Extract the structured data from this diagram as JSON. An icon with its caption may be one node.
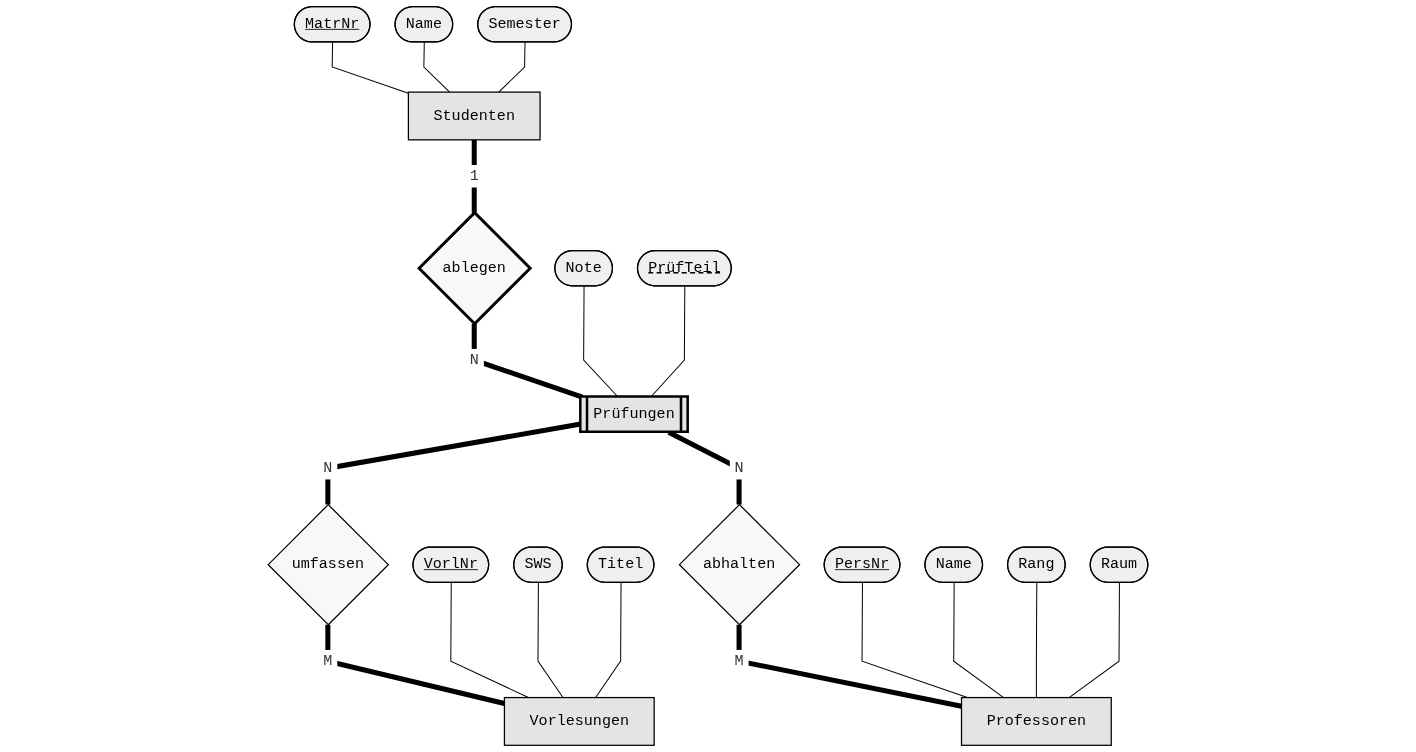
{
  "diagram": {
    "nodes": [
      {
        "text": [
          "MatrNr"
        ]
      },
      {
        "text": [
          "Name"
        ]
      },
      {
        "text": [
          "Semester"
        ]
      },
      {
        "text": [
          "Studenten"
        ]
      },
      {
        "text": [
          "ablegen"
        ]
      },
      {
        "text": [
          "Prüfungen"
        ]
      },
      {
        "text": [
          "Note"
        ]
      },
      {
        "text": [
          "PrüfTeil"
        ]
      },
      {
        "text": [
          "umfassen"
        ]
      },
      {
        "text": [
          "abhalten"
        ]
      },
      {
        "text": [
          "PersNr"
        ]
      },
      {
        "text": [
          "VorlNr"
        ]
      },
      {
        "text": [
          "Name"
        ]
      },
      {
        "text": [
          "SWS"
        ]
      },
      {
        "text": [
          "Rang"
        ]
      },
      {
        "text": [
          "Titel"
        ]
      },
      {
        "text": [
          "Vorlesungen"
        ]
      },
      {
        "text": [
          "Professoren"
        ]
      },
      {
        "text": [
          "Raum"
        ]
      }
    ],
    "edges": [
      {
        "from": 0,
        "to": 3,
        "arrow": "none"
      },
      {
        "from": 1,
        "to": 3,
        "arrow": "none"
      },
      {
        "from": 2,
        "to": 3,
        "arrow": "none"
      },
      {
        "from": 3,
        "to": 4,
        "arrow": "none",
        "label": "1",
        "style": "thick"
      },
      {
        "from": 4,
        "to": 5,
        "arrow": "none",
        "label": "N",
        "style": "thick"
      },
      {
        "from": 6,
        "to": 5,
        "arrow": "none"
      },
      {
        "from": 7,
        "to": 5,
        "arrow": "none"
      },
      {
        "from": 5,
        "to": 8,
        "arrow": "none",
        "label": "N",
        "style": "thick"
      },
      {
        "from": 5,
        "to": 9,
        "arrow": "none",
        "label": "N",
        "style": "thick"
      },
      {
        "from": 8,
        "to": 16,
        "arrow": "none",
        "label": "M",
        "style": "thick"
      },
      {
        "from": 9,
        "to": 17,
        "arrow": "none",
        "label": "M",
        "style": "thick"
      },
      {
        "from": 11,
        "to": 16,
        "arrow": "none"
      },
      {
        "from": 13,
        "to": 16,
        "arrow": "none"
      },
      {
        "from": 15,
        "to": 16,
        "arrow": "none"
      },
      {
        "from": 10,
        "to": 17,
        "arrow": "none"
      },
      {
        "from": 12,
        "to": 17,
        "arrow": "none"
      },
      {
        "from": 14,
        "to": 17,
        "arrow": "none"
      },
      {
        "from": 18,
        "to": 17,
        "arrow": "none"
      }
    ]
  }
}
